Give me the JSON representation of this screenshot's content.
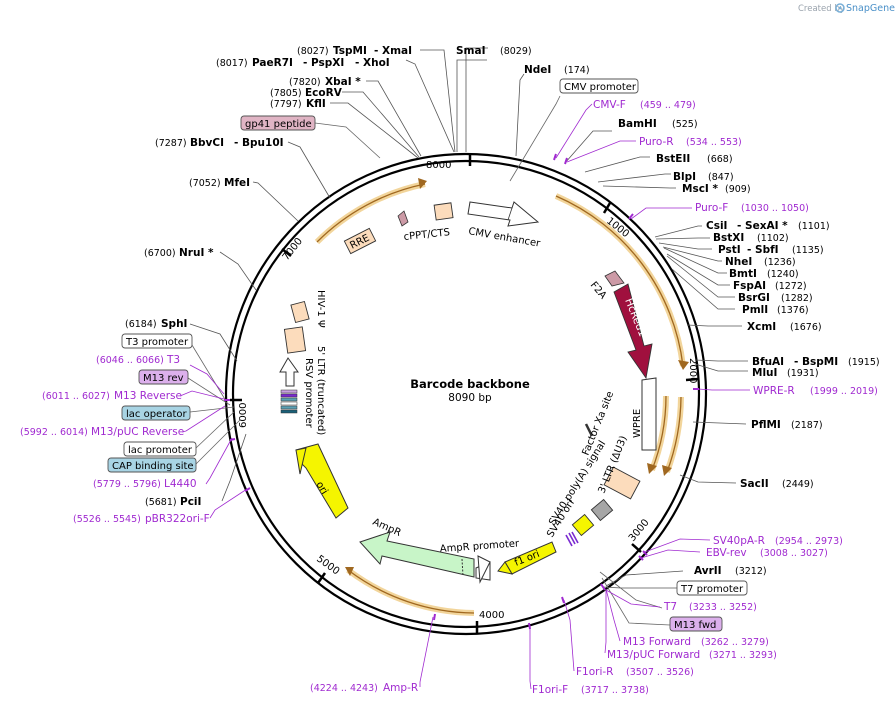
{
  "title": "Barcode backbone",
  "length": "8090 bp",
  "watermark": {
    "prefix": "Created by",
    "brand": "SnapGene"
  },
  "ticks": [
    "1000",
    "2000",
    "3000",
    "4000",
    "5000",
    "6000",
    "7000",
    "8000"
  ],
  "enzymes": {
    "SmaI": "SmaI",
    "SmaI_pos": "(8029)",
    "NdeI": "NdeI",
    "NdeI_pos": "(174)",
    "BamHI": "BamHI",
    "BamHI_pos": "(525)",
    "BstEII": "BstEII",
    "BstEII_pos": "(668)",
    "BlpI": "BlpI",
    "BlpI_pos": "(847)",
    "MscI": "MscI *",
    "MscI_pos": "(909)",
    "CsiI": "CsiI",
    "SexAI": "- SexAI *",
    "CsiI_pos": "(1101)",
    "BstXI": "BstXI",
    "BstXI_pos": "(1102)",
    "PstI": "PstI",
    "SbfI": "- SbfI",
    "PstI_pos": "(1135)",
    "NheI": "NheI",
    "NheI_pos": "(1236)",
    "BmtI": "BmtI",
    "BmtI_pos": "(1240)",
    "FspAI": "FspAI",
    "FspAI_pos": "(1272)",
    "BsrGI": "BsrGI",
    "BsrGI_pos": "(1282)",
    "PmlI": "PmlI",
    "PmlI_pos": "(1376)",
    "XcmI": "XcmI",
    "XcmI_pos": "(1676)",
    "BfuAI": "BfuAI",
    "BspMI": "- BspMI",
    "BfuAI_pos": "(1915)",
    "MluI": "MluI",
    "MluI_pos": "(1931)",
    "PflMI": "PflMI",
    "PflMI_pos": "(2187)",
    "SacII": "SacII",
    "SacII_pos": "(2449)",
    "AvrII": "AvrII",
    "AvrII_pos": "(3212)",
    "PciI": "PciI",
    "PciI_pos": "(5681)",
    "SphI": "SphI",
    "SphI_pos": "(6184)",
    "NruI": "NruI *",
    "NruI_pos": "(6700)",
    "MfeI": "MfeI",
    "MfeI_pos": "(7052)",
    "BbvCI": "BbvCI",
    "Bpu10I": "- Bpu10I",
    "BbvCI_pos": "(7287)",
    "KflI": "KflI",
    "KflI_pos": "(7797)",
    "EcoRV": "EcoRV",
    "EcoRV_pos": "(7805)",
    "XbaI": "XbaI *",
    "XbaI_pos": "(7820)",
    "PaeR7I": "PaeR7I",
    "PspXI": "- PspXI",
    "XhoI": "- XhoI",
    "PaeR7I_pos": "(8017)",
    "TspMI": "TspMI",
    "XmaI": "- XmaI",
    "TspMI_pos": "(8027)"
  },
  "primers": {
    "CMVF": "CMV-F",
    "CMVF_pos": "(459 .. 479)",
    "PuroR": "Puro-R",
    "PuroR_pos": "(534 .. 553)",
    "PuroF": "Puro-F",
    "PuroF_pos": "(1030 .. 1050)",
    "WPRER": "WPRE-R",
    "WPRER_pos": "(1999 .. 2019)",
    "SV40pAR": "SV40pA-R",
    "SV40pAR_pos": "(2954 .. 2973)",
    "EBVrev": "EBV-rev",
    "EBVrev_pos": "(3008 .. 3027)",
    "T7": "T7",
    "T7_pos": "(3233 .. 3252)",
    "M13Fwd": "M13 Forward",
    "M13Fwd_pos": "(3262 .. 3279)",
    "M13pUCF": "M13/pUC Forward",
    "M13pUCF_pos": "(3271 .. 3293)",
    "F1oriR": "F1ori-R",
    "F1oriR_pos": "(3507 .. 3526)",
    "F1oriF": "F1ori-F",
    "F1oriF_pos": "(3717 .. 3738)",
    "AmpR": "Amp-R",
    "AmpR_pos": "(4224 .. 4243)",
    "pBR322": "pBR322ori-F",
    "pBR322_pos": "(5526 .. 5545)",
    "L4440": "L4440",
    "L4440_pos": "(5779 .. 5796)",
    "M13pUCR": "M13/pUC Reverse",
    "M13pUCR_pos": "(5992 .. 6014)",
    "M13Rev": "M13 Reverse",
    "M13Rev_pos": "(6011 .. 6027)",
    "T3": "T3",
    "T3_pos": "(6046 .. 6066)"
  },
  "boxes": {
    "cmv_promoter": "CMV promoter",
    "gp41": "gp41 peptide",
    "t7_promoter": "T7 promoter",
    "m13_fwd": "M13 fwd",
    "t3_promoter": "T3 promoter",
    "m13_rev": "M13 rev",
    "lac_operator": "lac operator",
    "lac_promoter": "lac promoter",
    "cap_site": "CAP binding site"
  },
  "features": {
    "cmv_enhancer": "CMV enhancer",
    "cppt": "cPPT/CTS",
    "rre": "RRE",
    "f2a": "F2A",
    "hcred1": "HcRed1",
    "wpre": "WPRE",
    "factor_xa": "Factor Xa site",
    "ltr3": "3' LTR (ΔU3)",
    "sv40_polya": "SV40 poly(A) signal",
    "sv40_ori": "SV40 ori",
    "f1_ori": "f1 ori",
    "ampr_promoter": "AmpR promoter",
    "ampr": "AmpR",
    "ori": "ori",
    "rsv": "RSV promoter",
    "ltr5": "5' LTR (truncated)",
    "psi": "HIV-1 Ψ"
  },
  "colors": {
    "ring": "#000000",
    "orf_highlight": "#f2d59b",
    "orf_arrow": "#a06820",
    "hcred1": "#a0103e",
    "ori": "#f5f500",
    "ampr": "#c8f5c8",
    "ltr": "#fcdcbc",
    "primer": "#a02ad0",
    "gp41": "#e0b4c4",
    "blue_box": "#a8d4e4",
    "purple_box": "#dcb0ec"
  }
}
